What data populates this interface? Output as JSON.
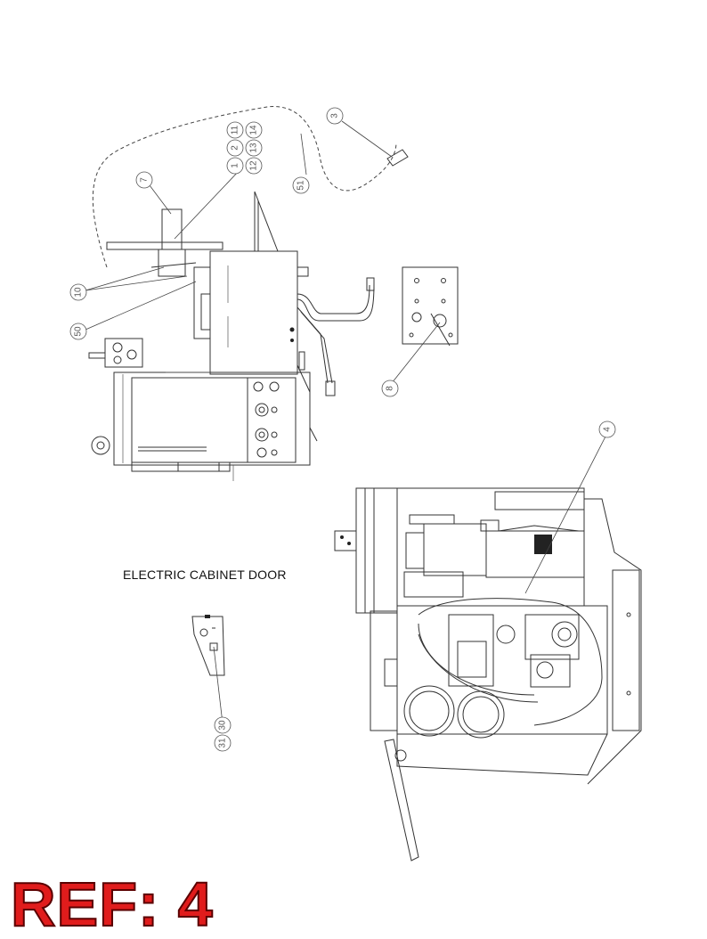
{
  "caption": "ELECTRIC CABINET DOOR",
  "ref_label": "REF: 4",
  "callouts": {
    "c1": "1",
    "c2": "2",
    "c3": "3",
    "c4": "4",
    "c7": "7",
    "c8": "8",
    "c10": "10",
    "c11": "11",
    "c12": "12",
    "c13": "13",
    "c14": "14",
    "c30": "30",
    "c31": "31",
    "c50": "50",
    "c51": "51"
  },
  "colors": {
    "ref_label": "#e01c1c",
    "lines": "#333333"
  }
}
